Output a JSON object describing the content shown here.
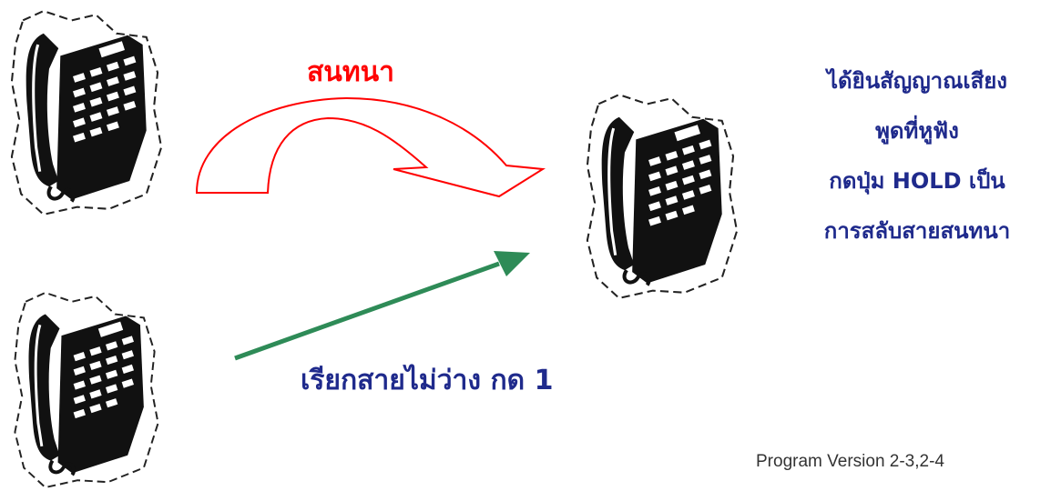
{
  "labels": {
    "talk": "สนทนา",
    "busy_call": "เรียกสายไม่ว่าง กด 1"
  },
  "instruction_lines": [
    "ได้ยินสัญญาณเสียง",
    "พูดที่หูฟัง",
    "กดปุ่ม HOLD เป็น",
    "การสลับสายสนทนา"
  ],
  "footer": {
    "version": "Program Version 2-3,2-4"
  },
  "colors": {
    "talk_arrow": "#ff0000",
    "busy_arrow": "#2e8b57",
    "text_blue": "#1f2a8c"
  },
  "icons": [
    "telephone-icon",
    "telephone-icon",
    "telephone-icon"
  ]
}
